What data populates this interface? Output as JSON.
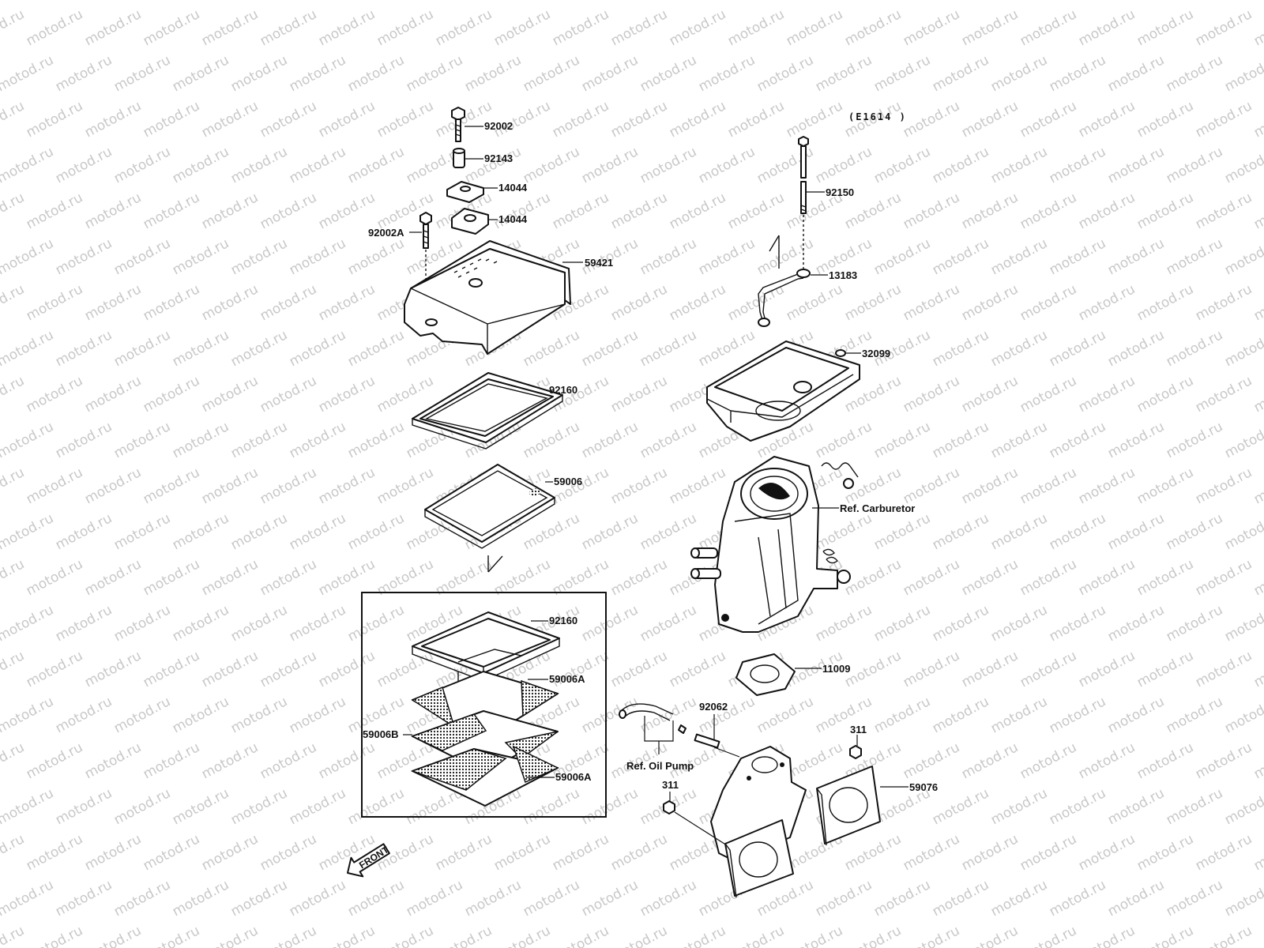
{
  "watermark": {
    "text": "motod.ru"
  },
  "diagram_code": "(E1614 )",
  "labels": {
    "l92002": "92002",
    "l92143": "92143",
    "l14044a": "14044",
    "l14044b": "14044",
    "l92002A": "92002A",
    "l59421": "59421",
    "l92160a": "92160",
    "l59006": "59006",
    "l92160b": "92160",
    "l59006A1": "59006A",
    "l59006B": "59006B",
    "l59006A2": "59006A",
    "l92150": "92150",
    "l13183": "13183",
    "l32099": "32099",
    "lCarb": "Ref. Carburetor",
    "l11009": "11009",
    "l92062": "92062",
    "lOilPump": "Ref. Oil Pump",
    "l311a": "311",
    "l311b": "311",
    "l59076": "59076",
    "front": "FRONT"
  }
}
